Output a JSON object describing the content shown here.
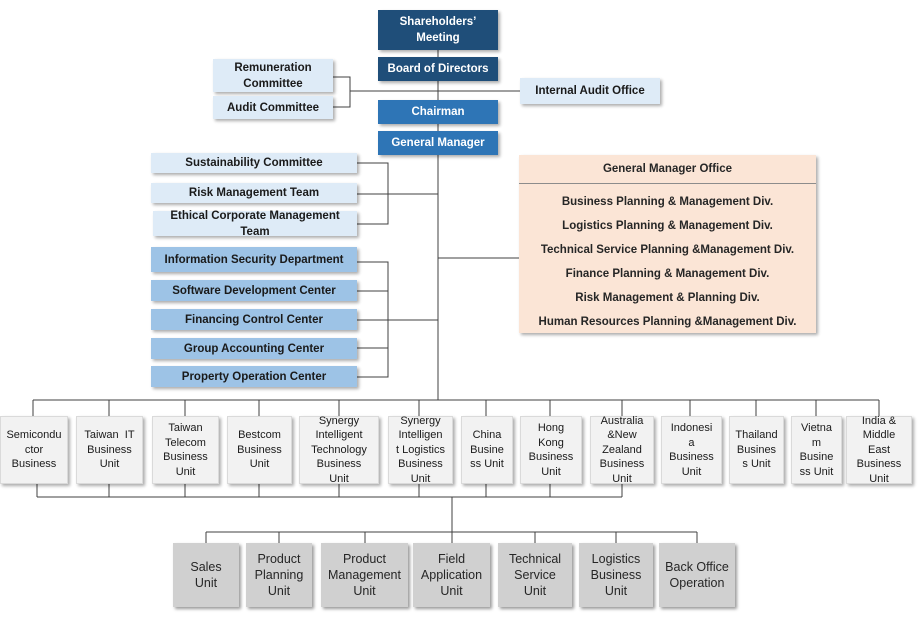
{
  "governance": {
    "shareholders_meeting": "Shareholders’\nMeeting",
    "board_of_directors": "Board of Directors",
    "chairman": "Chairman",
    "general_manager": "General Manager",
    "remuneration_committee": "Remuneration\nCommittee",
    "audit_committee": "Audit Committee",
    "internal_audit_office": "Internal Audit Office"
  },
  "committees": [
    "Sustainability Committee",
    "Risk Management Team",
    "Ethical Corporate Management\nTeam"
  ],
  "centers": [
    "Information Security Department",
    "Software Development Center",
    "Financing Control Center",
    "Group Accounting Center",
    "Property Operation Center"
  ],
  "gm_office": {
    "title": "General Manager Office",
    "divisions": [
      "Business Planning & Management Div.",
      "Logistics Planning & Management Div.",
      "Technical Service Planning &Management Div.",
      "Finance Planning & Management Div.",
      "Risk Management & Planning Div.",
      "Human Resources Planning &Management Div."
    ]
  },
  "business_units": [
    "Semicondu\nctor\nBusiness",
    "Taiwan  IT\nBusiness\nUnit",
    "Taiwan\nTelecom\nBusiness\nUnit",
    "Bestcom\nBusiness\nUnit",
    "Synergy\nIntelligent\nTechnology\nBusiness\nUnit",
    "Synergy\nIntelligen\nt Logistics\nBusiness\nUnit",
    "China\nBusine\nss Unit",
    "Hong\nKong\nBusiness\nUnit",
    "Australia\n&New\nZealand\nBusiness\nUnit",
    "Indonesi\na\nBusiness\nUnit",
    "Thailand\nBusines\ns Unit",
    "Vietna\nm\nBusine\nss Unit",
    "India &\nMiddle\nEast\nBusiness\nUnit"
  ],
  "shared_units": [
    "Sales\nUnit",
    "Product\nPlanning\nUnit",
    "Product\nManagement\nUnit",
    "Field\nApplication\nUnit",
    "Technical\nService\nUnit",
    "Logistics\nBusiness\nUnit",
    "Back Office\nOperation"
  ],
  "colors": {
    "board": "#1f4e79",
    "executive": "#2e75b6",
    "committee": "#deebf7",
    "center": "#9dc3e6",
    "gm_office": "#fbe5d6",
    "business_unit": "#f2f2f2",
    "shared_unit": "#d0d0d0",
    "connector": "#404040"
  }
}
